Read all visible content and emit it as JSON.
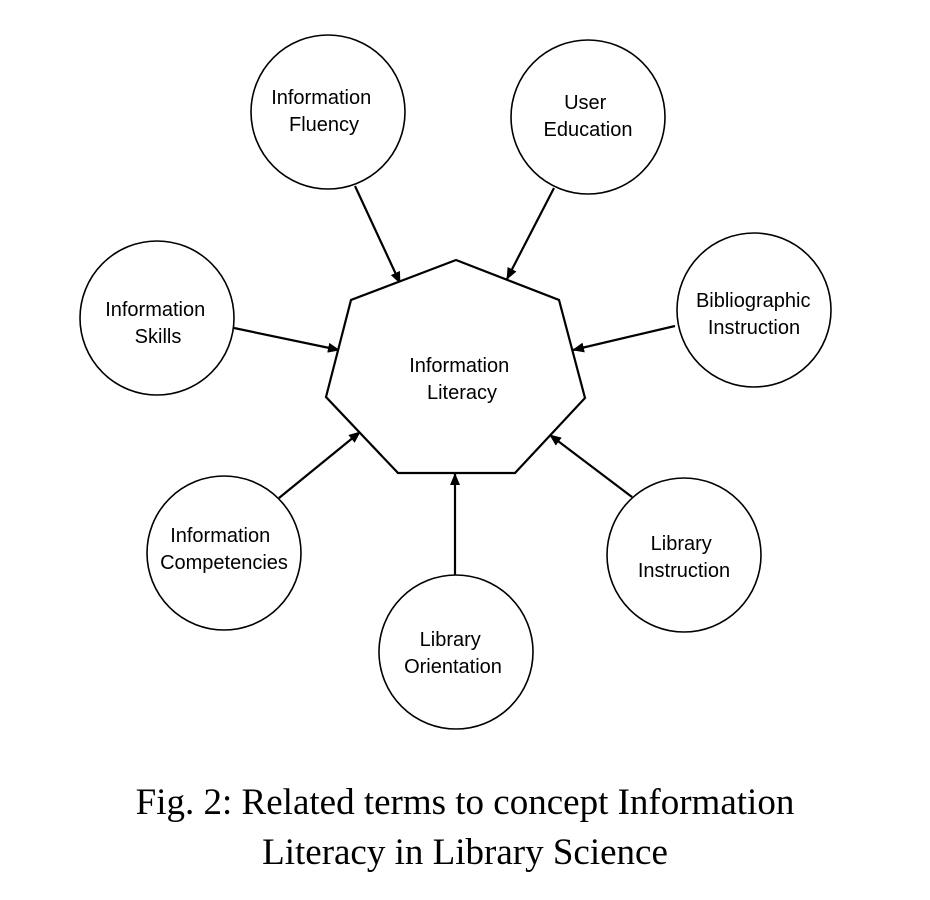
{
  "center": {
    "line1": "Information",
    "line2": "Literacy"
  },
  "nodes": [
    {
      "id": "information-fluency",
      "line1": "Information",
      "line2": "Fluency"
    },
    {
      "id": "user-education",
      "line1": "User",
      "line2": "Education"
    },
    {
      "id": "information-skills",
      "line1": "Information",
      "line2": "Skills"
    },
    {
      "id": "bibliographic-instruction",
      "line1": "Bibliographic",
      "line2": "Instruction"
    },
    {
      "id": "information-competencies",
      "line1": "Information",
      "line2": "Competencies"
    },
    {
      "id": "library-instruction",
      "line1": "Library",
      "line2": "Instruction"
    },
    {
      "id": "library-orientation",
      "line1": "Library",
      "line2": "Orientation"
    }
  ],
  "caption": {
    "line1": "Fig. 2: Related terms to concept Information",
    "line2": "Literacy in Library Science"
  }
}
